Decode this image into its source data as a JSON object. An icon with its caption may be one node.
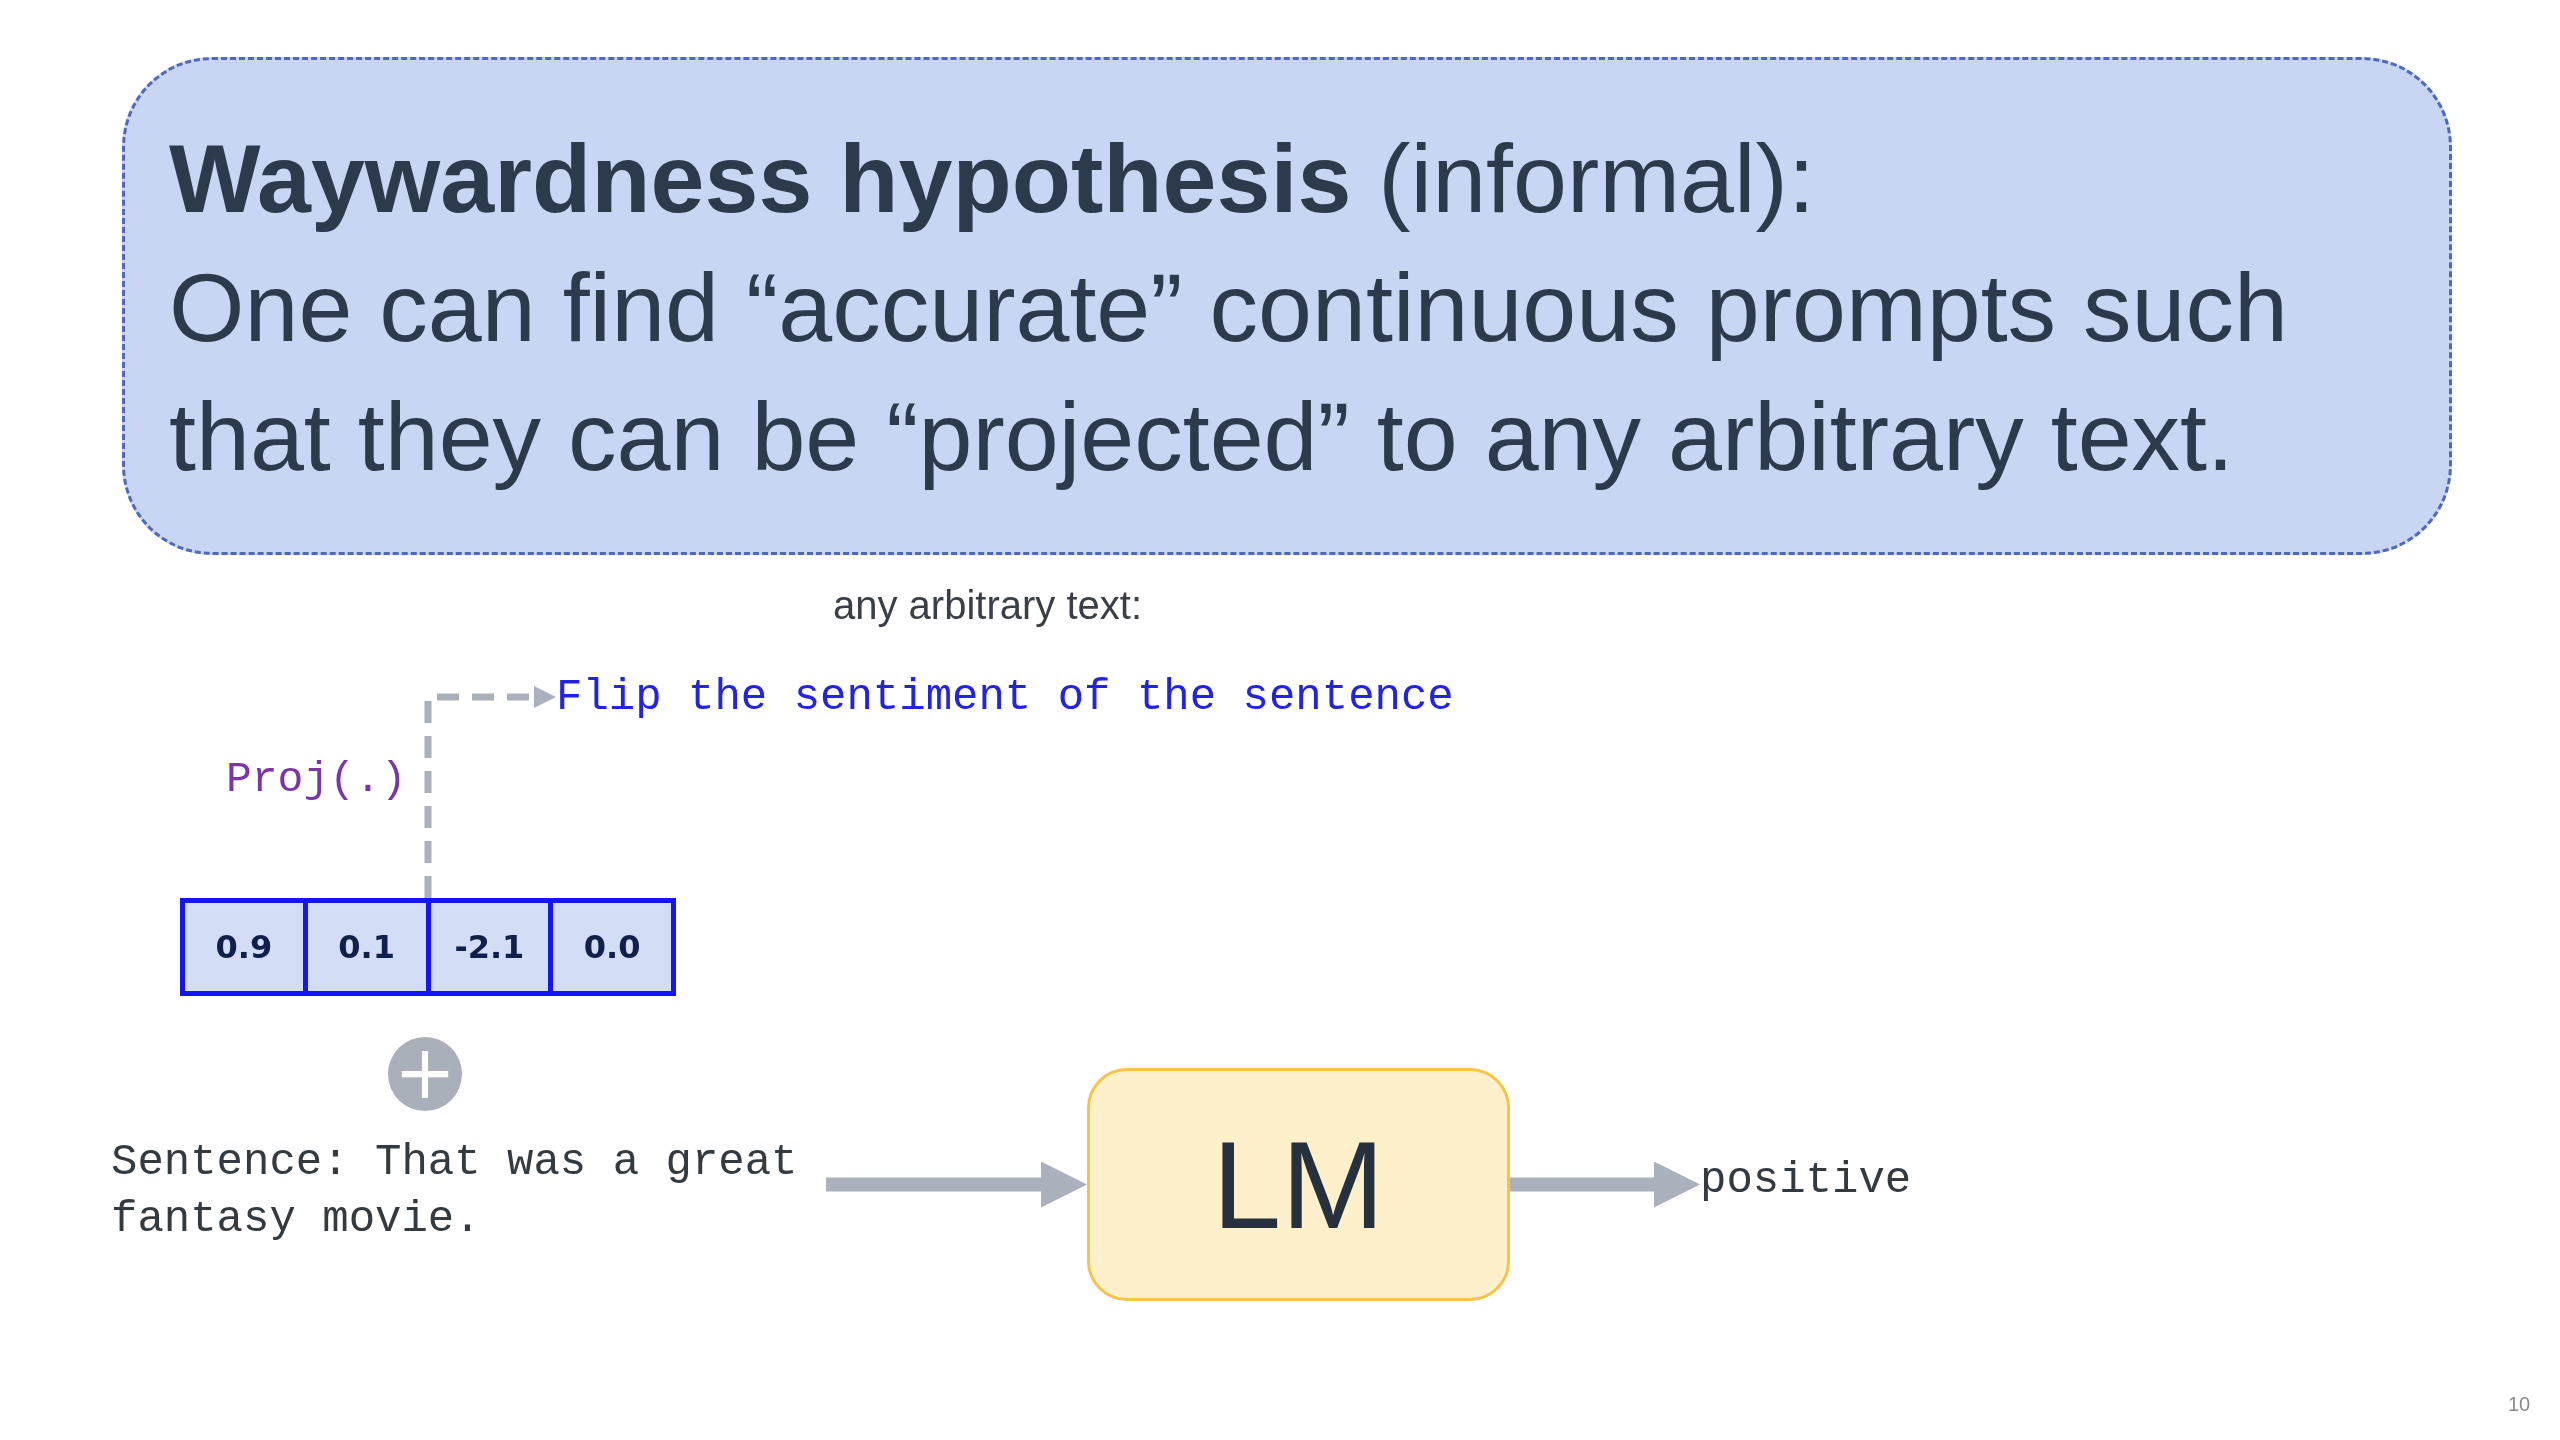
{
  "diagram": {
    "nodes": [
      {
        "text": [
          "**Waywardness hypothesis** (informal):",
          "One can find “accurate” continuous prompts such that they can be “projected” to any arbitrary text."
        ]
      },
      {
        "text": [
          "Flip the sentiment of the sentence"
        ]
      },
      {
        "text": [],
        "shape": "box"
      },
      {
        "text": [
          "0.9"
        ],
        "in": 2
      },
      {
        "text": [
          "0.1"
        ],
        "in": 2
      },
      {
        "text": [
          "-2.1"
        ],
        "in": 2
      },
      {
        "text": [
          "0.0"
        ],
        "in": 2
      },
      {
        "text": [
          "+"
        ]
      },
      {
        "text": [
          "Sentence: That was a great fantasy movie."
        ]
      },
      {
        "text": [
          "LM"
        ]
      },
      {
        "text": [
          "positive"
        ]
      }
    ],
    "edges": [
      {
        "from": 2,
        "to": 1,
        "arrow": "to",
        "label": "Proj(.)",
        "style": "dashed"
      },
      {
        "from": 8,
        "to": 9,
        "arrow": "to"
      },
      {
        "from": 9,
        "to": 10,
        "arrow": "to"
      }
    ],
    "labels": [
      "any arbitrary text:",
      "10"
    ]
  }
}
